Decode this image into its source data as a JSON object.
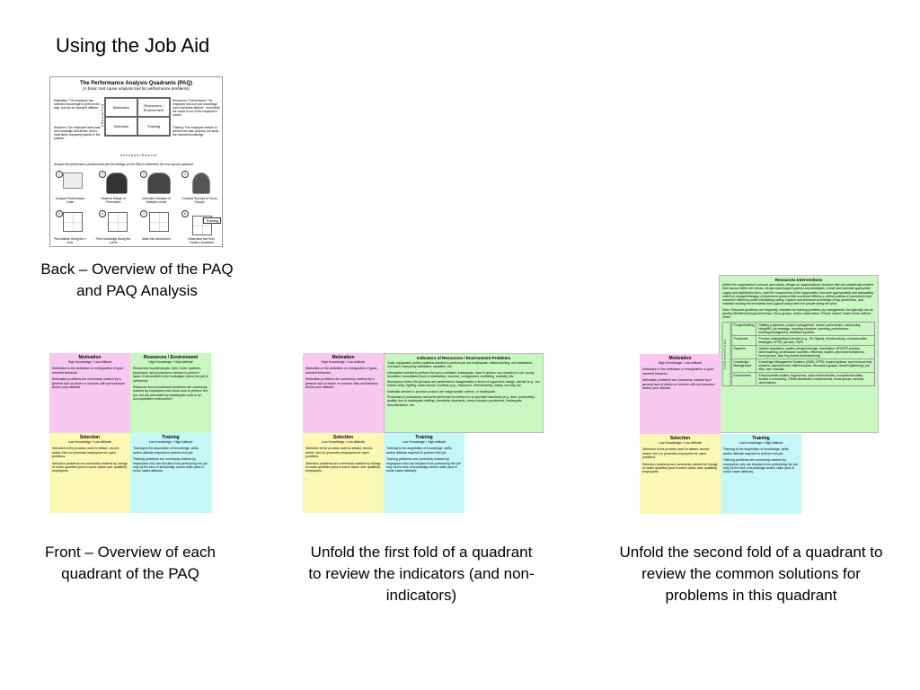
{
  "title": "Using the Job Aid",
  "captions": {
    "back": "Back – Overview of the PAQ and PAQ Analysis",
    "front": "Front – Overview of each quadrant of the PAQ",
    "fold1": "Unfold the first fold of a quadrant to review the indicators (and non-indicators)",
    "fold2": "Unfold the second fold of a quadrant to review the common solutions for problems in this quadrant"
  },
  "back_card": {
    "heading": "The Performance Analysis Quadrants (PAQ)",
    "subheading": "(A basic root cause analysis tool for performance problems)",
    "cells": [
      "Motivation",
      "Resources / Environment",
      "Selection",
      "Training"
    ],
    "left_texts": [
      "Motivation: The employee has sufficient knowledge to perform the task, but has an improper attitude.",
      "Selection: The employee lacks both job knowledge and desire, and is most likely improperly placed in the position."
    ],
    "right_texts": [
      "Resources / Environment: The employee has both job knowledge and a favorable attitude - most likely the cause is out of the employee's control.",
      "Training: The employee desires to perform the task properly, but lacks the required knowledge."
    ],
    "axis_x": "Attitude/Desire",
    "axis_y": "Knowledge",
    "instruction": "Analyze the performance problem and plot the findings on the PAQ to determine the root cause's quadrant.",
    "steps": [
      {
        "n": "1",
        "label": "Analyze Performance Data"
      },
      {
        "n": "2",
        "label": "Observe Range of Performers"
      },
      {
        "n": "3",
        "label": "Interview Samples of Multiple Levels"
      },
      {
        "n": "4",
        "label": "Conduct Surveys & Focus Groups"
      },
      {
        "n": "5",
        "label": "Plot Attitude Along the x Axis"
      },
      {
        "n": "6",
        "label": "Plot Knowledge Along the y Axis"
      },
      {
        "n": "7",
        "label": "Mark the Intersection"
      },
      {
        "n": "8",
        "label": "Determine the Root Cause's Quadrant"
      }
    ],
    "training_tag": "Training"
  },
  "front": {
    "motivation": {
      "title": "Motivation",
      "sub": "High Knowledge / Low Attitude",
      "p1": "Motivation is the activation or energization of goal-oriented behavior.",
      "p2": "Motivation problems are commonly marked by a general lack of desire or concern with performance and/or poor attitude."
    },
    "resources": {
      "title": "Resources / Environment",
      "sub": "High Knowledge / High Attitude",
      "p1": "Resources include people, time, tools, systems, processes, and procedures needed to perform tasks. Environment is the workplace where the job is performed.",
      "p2": "Resource and environment problems are commonly marked by employees who know how to perform the job, but are prevented by inadequate tools or an uncooperative environment."
    },
    "selection": {
      "title": "Selection",
      "sub": "Low Knowledge / Low Attitude",
      "p1": "Selection is the process used to attract, recruit, select, hire (or promote) employees for open positions.",
      "p2": "Selection problems are commonly marked by hirings of under qualified (and in some cases over qualified) employees."
    },
    "training": {
      "title": "Training",
      "sub": "Low Knowledge / High Attitude",
      "p1": "Training is the acquisition of knowledge, skills, and/or attitude required to perform the job.",
      "p2": "Training problems are commonly marked by employees who are blocked from performing the job only by the lack of knowledge and/or skills (and in some cases attitude)."
    }
  },
  "indicators": {
    "title": "Indicators of Resources / Environment Problems",
    "items": [
      "Tools, equipment, and/or systems needed to perform job are inadequate, malfunctioning, not maintained, overused, improperly calibrated, unusable, etc.",
      "Information needed to perform the job is outdated, inadequate, hard to access, too complex to use, poorly formatted, inconsistent (lack of standards), incorrect, unorganized, conflicting, untimely, etc.",
      "Workspace where the job tasks are performed is disagreeable in terms of ergonomic design, climate (e.g., too hot/too cold), lighting, basic human comforts (e.g., restrooms, refreshments), safety, security, etc.",
      "Materials needed to produce product are inappropriate, inferior, or inadequate.",
      "Processes & procedures cannot be performed as defined or to specified standards (e.g., time, productivity, quality) due to inadequate staffing, unrealistic standards, overly complex procedures, inadequate documentation, etc."
    ]
  },
  "interventions": {
    "title": "Resources Interventions",
    "intro": "Define the organization's mission and values, design an organizational structure that can realistically achieve that mission within the values, design input/output systems and strategies, create and maintain appropriate supply and distribution lines, staff the components of the organization structure appropriately and adequately, select (or design/redesign) & implement systems that maximize efficiency, define policies & procedures that maximize efficiency while maintaining safety, capture and distribute knowledge of top performers, and maintain working environments that support and protect the people doing the work.",
    "note": "Note: Resource problems are frequently mistaken for training problems by management, but typically can be quickly identified through interviews, focus groups, and/or observation. People cannot \"make bricks without straw.\"",
    "side_label": "Interventions",
    "rows": [
      {
        "area": "People/Staffing",
        "text": "Staffing projections, project management, vendor partnerships, outsourcing, hiring/HR, job redesign, reporting structure, reporting, performance tracking/management, feedback systems"
      },
      {
        "area": "Processes",
        "text": "Process redesign/improvement (e.g., Six Sigma), benchmarking, communication strategies, EPSS, job aids, P&Ps"
      },
      {
        "area": "Systems",
        "text": "System acquisition, system design/redesign, automation, RFI/RFP process, benchmarking, professional societies, efficiency studies, pilot implementations, focus groups, leap frog teams (brainstorming)"
      },
      {
        "area": "Knowledge Management",
        "text": "Knowledge Management Systems (KMS), EPSS, expert systems, synchronous help systems, asynchronous bulletin boards, discussion groups, summit gatherings, job aids, user manuals"
      },
      {
        "area": "Environment",
        "text": "Environmental studies, ergonomics, work-motion studies, occupational safety studies & monitoring, OSHA standards & requirements, focus groups, surveys, observations"
      }
    ]
  }
}
